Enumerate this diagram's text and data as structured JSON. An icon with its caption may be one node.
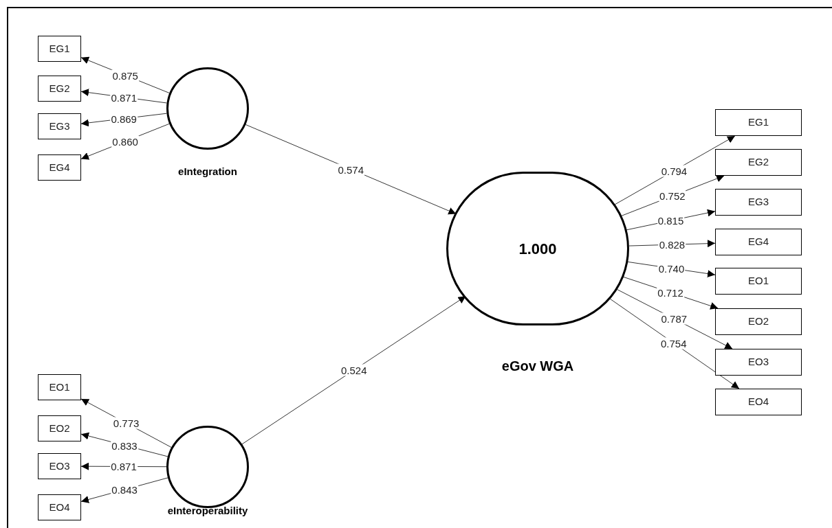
{
  "diagram": {
    "nodes": [
      {
        "text": [
          "eIntegration"
        ]
      },
      {
        "text": [
          "EG1"
        ]
      },
      {
        "text": [
          "EG2"
        ]
      },
      {
        "text": [
          "EG3"
        ]
      },
      {
        "text": [
          "EG4"
        ]
      },
      {
        "text": [
          "eInteroperability"
        ]
      },
      {
        "text": [
          "EO1"
        ]
      },
      {
        "text": [
          "EO2"
        ]
      },
      {
        "text": [
          "EO3"
        ]
      },
      {
        "text": [
          "EO4"
        ]
      },
      {
        "text": [
          "1.000",
          "eGov WGA"
        ]
      },
      {
        "text": [
          "EG1"
        ]
      },
      {
        "text": [
          "EG2"
        ]
      },
      {
        "text": [
          "EG3"
        ]
      },
      {
        "text": [
          "EG4"
        ]
      },
      {
        "text": [
          "EO1"
        ]
      },
      {
        "text": [
          "EO2"
        ]
      },
      {
        "text": [
          "EO3"
        ]
      },
      {
        "text": [
          "EO4"
        ]
      }
    ],
    "edges": [
      {
        "from": 0,
        "to": 1,
        "arrow": "to",
        "label": "0.875"
      },
      {
        "from": 0,
        "to": 2,
        "arrow": "to",
        "label": "0.871"
      },
      {
        "from": 0,
        "to": 3,
        "arrow": "to",
        "label": "0.869"
      },
      {
        "from": 0,
        "to": 4,
        "arrow": "to",
        "label": "0.860"
      },
      {
        "from": 5,
        "to": 6,
        "arrow": "to",
        "label": "0.773"
      },
      {
        "from": 5,
        "to": 7,
        "arrow": "to",
        "label": "0.833"
      },
      {
        "from": 5,
        "to": 8,
        "arrow": "to",
        "label": "0.871"
      },
      {
        "from": 5,
        "to": 9,
        "arrow": "to",
        "label": "0.843"
      },
      {
        "from": 0,
        "to": 10,
        "arrow": "to",
        "label": "0.574"
      },
      {
        "from": 5,
        "to": 10,
        "arrow": "to",
        "label": "0.524"
      },
      {
        "from": 10,
        "to": 11,
        "arrow": "to",
        "label": "0.794"
      },
      {
        "from": 10,
        "to": 12,
        "arrow": "to",
        "label": "0.752"
      },
      {
        "from": 10,
        "to": 13,
        "arrow": "to",
        "label": "0.815"
      },
      {
        "from": 10,
        "to": 14,
        "arrow": "to",
        "label": "0.828"
      },
      {
        "from": 10,
        "to": 15,
        "arrow": "to",
        "label": "0.740"
      },
      {
        "from": 10,
        "to": 16,
        "arrow": "to",
        "label": "0.712"
      },
      {
        "from": 10,
        "to": 17,
        "arrow": "to",
        "label": "0.787"
      },
      {
        "from": 10,
        "to": 18,
        "arrow": "to",
        "label": "0.754"
      }
    ]
  }
}
